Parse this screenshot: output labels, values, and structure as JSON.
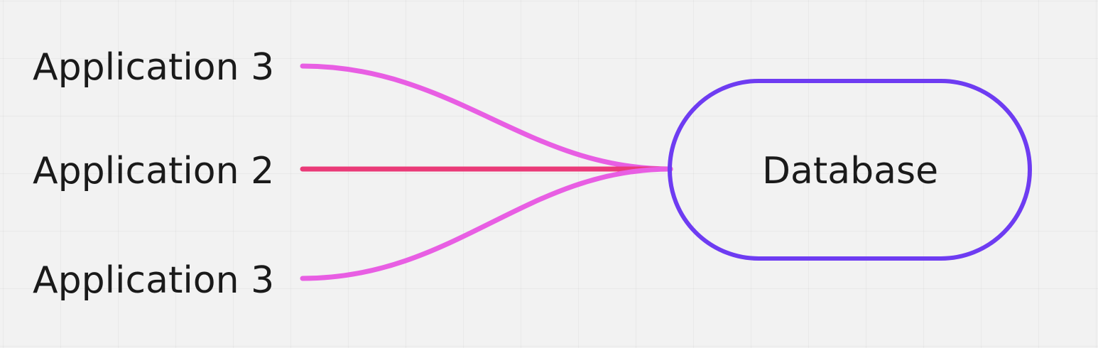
{
  "diagram": {
    "nodes": [
      {
        "id": "app-top",
        "label": "Application 3"
      },
      {
        "id": "app-middle",
        "label": "Application 2"
      },
      {
        "id": "app-bottom",
        "label": "Application 3"
      },
      {
        "id": "database",
        "label": "Database"
      }
    ],
    "edges": [
      {
        "from": "app-top",
        "to": "database"
      },
      {
        "from": "app-middle",
        "to": "database"
      },
      {
        "from": "app-bottom",
        "to": "database"
      }
    ]
  },
  "colors": {
    "background": "#f2f2f2",
    "edge_top": "#e85ee3",
    "edge_middle": "#ea3a78",
    "edge_bottom": "#e85ee3",
    "database_border": "#6e3cf2",
    "text": "#1a1a1a"
  }
}
